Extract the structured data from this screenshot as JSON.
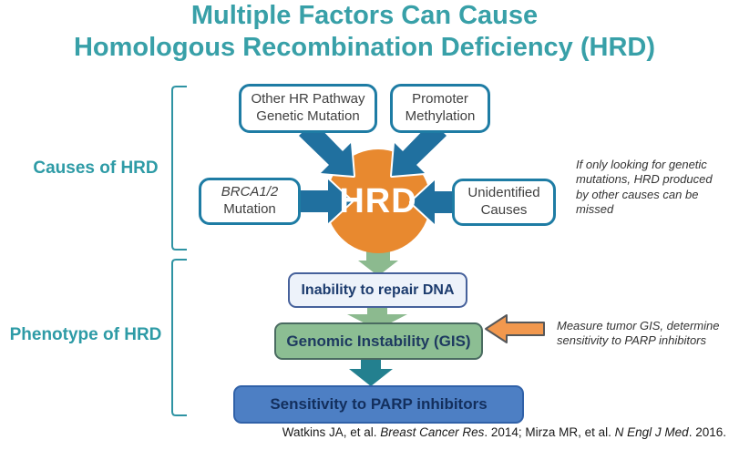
{
  "title": {
    "line1": "Multiple Factors Can Cause",
    "line2": "Homologous Recombination Deficiency (HRD)"
  },
  "sections": {
    "causes_label": "Causes of HRD",
    "phenotype_label": "Phenotype of HRD"
  },
  "cause_boxes": {
    "other_hr": "Other HR Pathway\nGenetic Mutation",
    "promoter": "Promoter\nMethylation",
    "brca_italic": "BRCA1/2",
    "brca_rest": "Mutation",
    "unidentified": "Unidentified\nCauses"
  },
  "hub": {
    "label": "HRD"
  },
  "flow_boxes": {
    "inability": "Inability to repair DNA",
    "gis": "Genomic Instability (GIS)",
    "parp": "Sensitivity to PARP inhibitors"
  },
  "notes": {
    "genetic": "If only looking for genetic\nmutations, HRD produced\nby other causes can be\nmissed",
    "measure": "Measure tumor GIS, determine\nsensitivity to PARP inhibitors"
  },
  "citation": {
    "part1": "Watkins JA, et al. ",
    "journal1": "Breast Cancer Res",
    "part2": ". 2014; Mirza MR, et al. ",
    "journal2": "N Engl J Med",
    "part3": ". 2016."
  },
  "colors": {
    "title_teal": "#38A0A8",
    "bracket_teal": "#2E93A3",
    "box_border_teal": "#1E7CA4",
    "arrow_blue": "#20709F",
    "hub_orange": "#E8892F",
    "arrow_green": "#8CBA8F",
    "arrow_teal": "#23808F",
    "arrow_orange": "#F2984E",
    "gis_green": "#8CBE93",
    "parp_blue": "#4D7FC4",
    "inability_fill": "#EDF2FA"
  }
}
